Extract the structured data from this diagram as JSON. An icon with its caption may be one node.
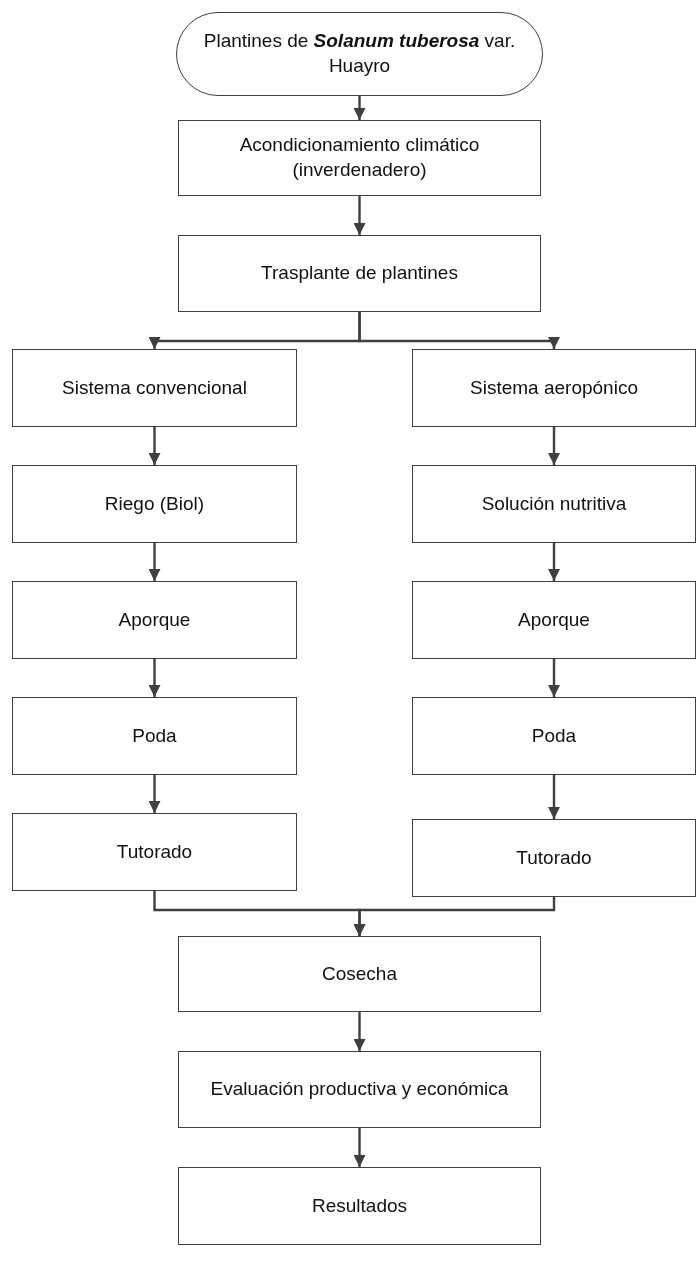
{
  "diagram": {
    "nodes": [
      {
        "text": [
          "Plantines de **Solanum tuberosa** var. Huayro"
        ]
      },
      {
        "text": [
          "Acondicionamiento climático (inverdenadero)"
        ]
      },
      {
        "text": [
          "Trasplante de plantines"
        ]
      },
      {
        "text": [
          "Sistema convencional"
        ]
      },
      {
        "text": [
          "Sistema aeropónico"
        ]
      },
      {
        "text": [
          "Riego (Biol)"
        ]
      },
      {
        "text": [
          "Solución nutritiva"
        ]
      },
      {
        "text": [
          "Aporque"
        ]
      },
      {
        "text": [
          "Aporque"
        ]
      },
      {
        "text": [
          "Poda"
        ]
      },
      {
        "text": [
          "Poda"
        ]
      },
      {
        "text": [
          "Tutorado"
        ]
      },
      {
        "text": [
          "Tutorado"
        ]
      },
      {
        "text": [
          "Cosecha"
        ]
      },
      {
        "text": [
          "Evaluación productiva y económica"
        ]
      },
      {
        "text": [
          "Resultados"
        ]
      }
    ],
    "edges": [
      {
        "from": 0,
        "to": 1,
        "arrow": "to"
      },
      {
        "from": 1,
        "to": 2,
        "arrow": "to"
      },
      {
        "from": 2,
        "to": 3,
        "arrow": "to"
      },
      {
        "from": 2,
        "to": 4,
        "arrow": "to"
      },
      {
        "from": 3,
        "to": 5,
        "arrow": "to"
      },
      {
        "from": 5,
        "to": 7,
        "arrow": "to"
      },
      {
        "from": 7,
        "to": 9,
        "arrow": "to"
      },
      {
        "from": 9,
        "to": 11,
        "arrow": "to"
      },
      {
        "from": 4,
        "to": 6,
        "arrow": "to"
      },
      {
        "from": 6,
        "to": 8,
        "arrow": "to"
      },
      {
        "from": 8,
        "to": 10,
        "arrow": "to"
      },
      {
        "from": 10,
        "to": 12,
        "arrow": "to"
      },
      {
        "from": 11,
        "to": 13,
        "arrow": "to"
      },
      {
        "from": 12,
        "to": 13,
        "arrow": "to"
      },
      {
        "from": 13,
        "to": 14,
        "arrow": "to"
      },
      {
        "from": 14,
        "to": 15,
        "arrow": "to"
      }
    ]
  }
}
